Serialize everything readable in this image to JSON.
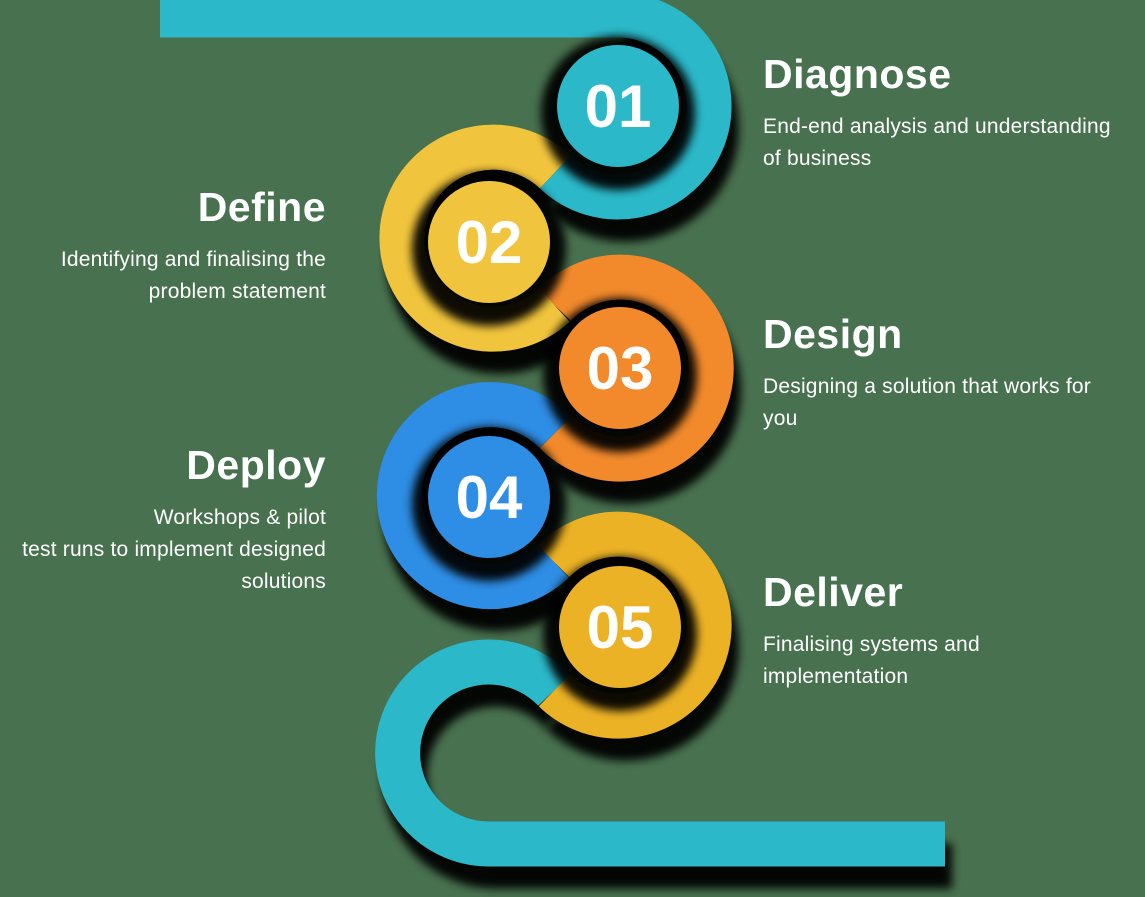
{
  "background_color": "#48714F",
  "text_color": "#FFFFFF",
  "snake": {
    "teal": "#2BB8C9",
    "yellow": "#F0C43C",
    "orange": "#F28A2C",
    "blue": "#2E8DE4",
    "gold": "#ECB226",
    "shadow": "#000000"
  },
  "steps": [
    {
      "number": "01",
      "title": "Diagnose",
      "description": "End-end analysis and understanding\nof business",
      "color": "#2BB8C9"
    },
    {
      "number": "02",
      "title": "Define",
      "description": "Identifying and finalising the\nproblem statement",
      "color": "#F0C43C"
    },
    {
      "number": "03",
      "title": "Design",
      "description": "Designing a solution that works for\nyou",
      "color": "#F28A2C"
    },
    {
      "number": "04",
      "title": "Deploy",
      "description": "Workshops & pilot\ntest runs to implement designed\nsolutions",
      "color": "#2E8DE4"
    },
    {
      "number": "05",
      "title": "Deliver",
      "description": "Finalising systems and\nimplementation",
      "color": "#ECB226"
    }
  ]
}
